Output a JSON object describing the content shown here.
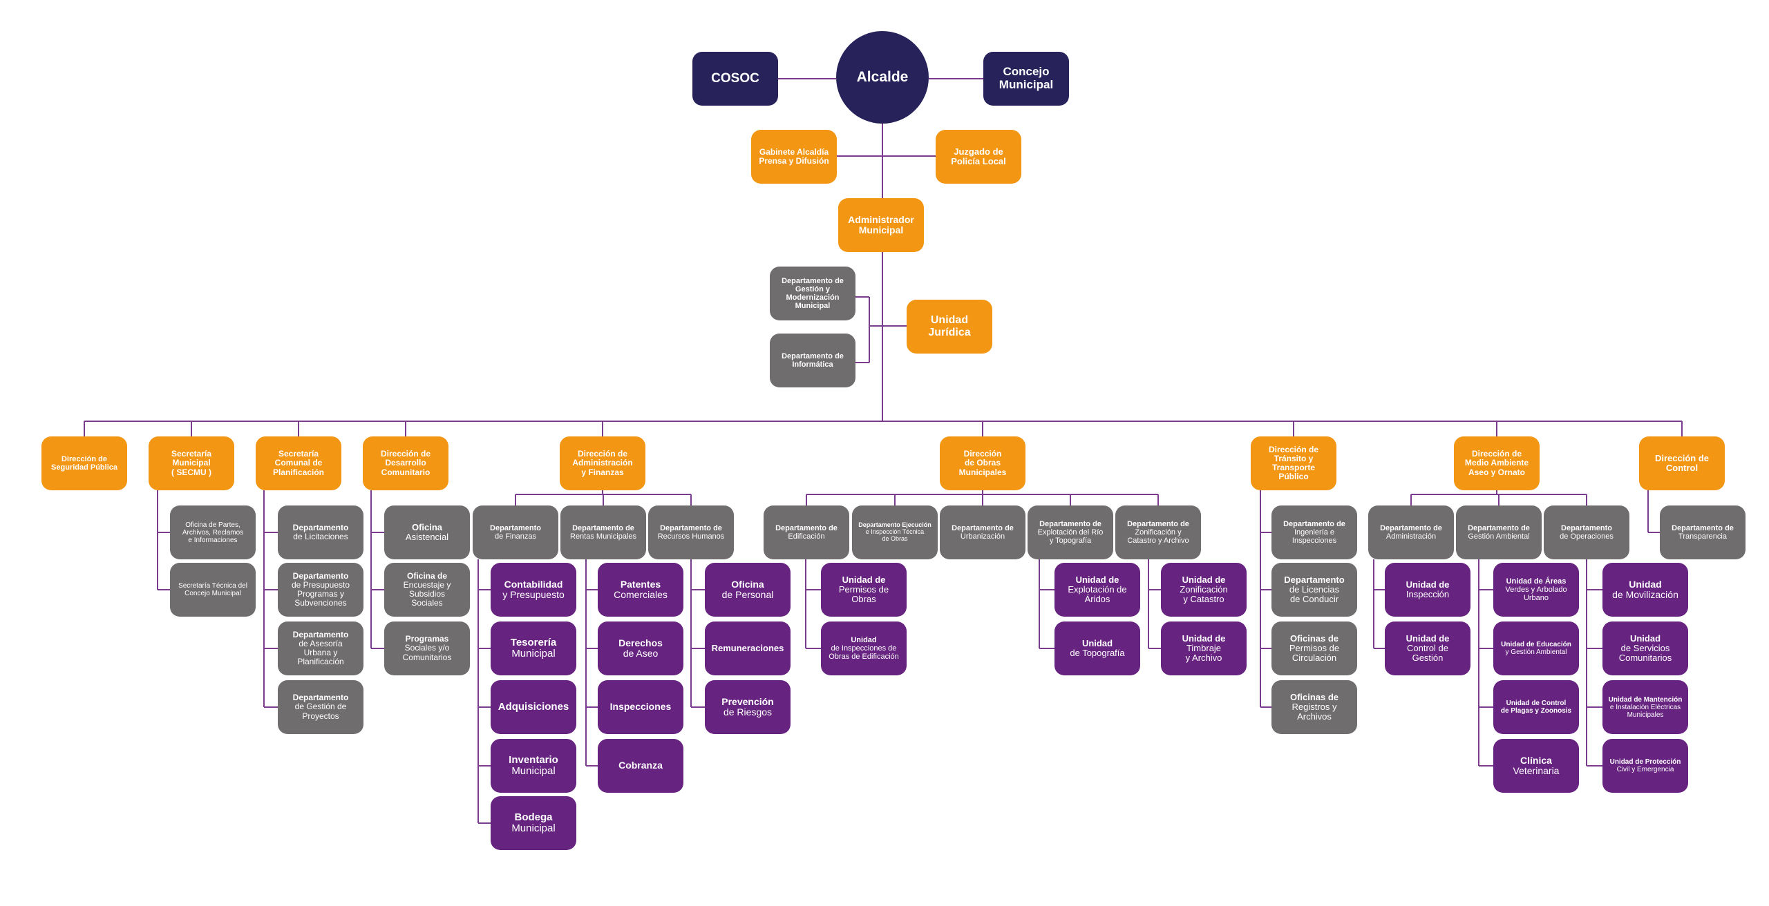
{
  "colors": {
    "navy": "#27235a",
    "orange": "#f39613",
    "gray": "#6f6d6e",
    "purple": "#672380",
    "line": "#7b3b8f"
  },
  "nodes": [
    {
      "id": "alcalde",
      "t": "Alcalde",
      "s": "",
      "c": "navy"
    },
    {
      "id": "cosoc",
      "t": "COSOC",
      "s": "",
      "c": "navy"
    },
    {
      "id": "concejo",
      "t": "Concejo\nMunicipal",
      "s": "",
      "c": "navy"
    },
    {
      "id": "gabinete",
      "t": "Gabinete Alcaldía\nPrensa y Difusión",
      "s": "",
      "c": "orange"
    },
    {
      "id": "juzgado",
      "t": "Juzgado de\nPolicía Local",
      "s": "",
      "c": "orange"
    },
    {
      "id": "admin_mun",
      "t": "Administrador\nMunicipal",
      "s": "",
      "c": "orange"
    },
    {
      "id": "dep_gestion",
      "t": "Departamento de\nGestión y\nModernización\nMunicipal",
      "s": "",
      "c": "gray"
    },
    {
      "id": "dep_informatica",
      "t": "Departamento de\nInformática",
      "s": "",
      "c": "gray"
    },
    {
      "id": "unidad_juridica",
      "t": "Unidad\nJurídica",
      "s": "",
      "c": "orange"
    },
    {
      "id": "dir_seguridad",
      "t": "Dirección de\nSeguridad Pública",
      "s": "",
      "c": "orange"
    },
    {
      "id": "secmu",
      "t": "Secretaría\nMunicipal\n( SECMU )",
      "s": "",
      "c": "orange"
    },
    {
      "id": "secplan",
      "t": "Secretaría\nComunal de\nPlanificación",
      "s": "",
      "c": "orange"
    },
    {
      "id": "dideco",
      "t": "Dirección de\nDesarrollo\nComunitario",
      "s": "",
      "c": "orange"
    },
    {
      "id": "daf",
      "t": "Dirección de\nAdministración\ny Finanzas",
      "s": "",
      "c": "orange"
    },
    {
      "id": "dom",
      "t": "Dirección\nde Obras\nMunicipales",
      "s": "",
      "c": "orange"
    },
    {
      "id": "transito",
      "t": "Dirección de\nTránsito y\nTransporte\nPúblico",
      "s": "",
      "c": "orange"
    },
    {
      "id": "medioambiente",
      "t": "Dirección de\nMedio Ambiente\nAseo y Ornato",
      "s": "",
      "c": "orange"
    },
    {
      "id": "control",
      "t": "Dirección de\nControl",
      "s": "",
      "c": "orange"
    },
    {
      "id": "oficina_partes",
      "t": "",
      "s": "Oficina de Partes,\nArchivos, Reclamos\ne Informaciones",
      "c": "gray"
    },
    {
      "id": "sec_tecnica",
      "t": "",
      "s": "Secretaría Técnica del\nConcejo Municipal",
      "c": "gray"
    },
    {
      "id": "dep_licitaciones",
      "t": "Departamento",
      "s": "de Licitaciones",
      "c": "gray"
    },
    {
      "id": "dep_presupuesto",
      "t": "Departamento",
      "s": "de Presupuesto\nProgramas y\nSubvenciones",
      "c": "gray"
    },
    {
      "id": "dep_asesoria",
      "t": "Departamento",
      "s": "de Asesoría\nUrbana y\nPlanificación",
      "c": "gray"
    },
    {
      "id": "dep_gestion_proy",
      "t": "Departamento",
      "s": "de Gestión de\nProyectos",
      "c": "gray"
    },
    {
      "id": "of_asistencial",
      "t": "Oficina",
      "s": "Asistencial",
      "c": "gray"
    },
    {
      "id": "of_encuestaje",
      "t": "Oficina de",
      "s": "Encuestaje y\nSubsidios\nSociales",
      "c": "gray"
    },
    {
      "id": "programas",
      "t": "Programas",
      "s": "Sociales y/o\nComunitarios",
      "c": "gray"
    },
    {
      "id": "dep_finanzas",
      "t": "Departamento",
      "s": "de Finanzas",
      "c": "gray"
    },
    {
      "id": "dep_rentas",
      "t": "Departamento de",
      "s": "Rentas Municipales",
      "c": "gray"
    },
    {
      "id": "dep_rrhh",
      "t": "Departamento de",
      "s": "Recursos Humanos",
      "c": "gray"
    },
    {
      "id": "contabilidad",
      "t": "Contabilidad",
      "s": "y Presupuesto",
      "c": "purple"
    },
    {
      "id": "tesoreria",
      "t": "Tesorería",
      "s": "Municipal",
      "c": "purple"
    },
    {
      "id": "adquisiciones",
      "t": "Adquisiciones",
      "s": "",
      "c": "purple"
    },
    {
      "id": "inventario",
      "t": "Inventario",
      "s": "Municipal",
      "c": "purple"
    },
    {
      "id": "bodega",
      "t": "Bodega",
      "s": "Municipal",
      "c": "purple"
    },
    {
      "id": "patentes",
      "t": "Patentes",
      "s": "Comerciales",
      "c": "purple"
    },
    {
      "id": "derechos_aseo",
      "t": "Derechos",
      "s": "de Aseo",
      "c": "purple"
    },
    {
      "id": "inspecciones_rentas",
      "t": "Inspecciones",
      "s": "",
      "c": "purple"
    },
    {
      "id": "cobranza",
      "t": "Cobranza",
      "s": "",
      "c": "purple"
    },
    {
      "id": "of_personal",
      "t": "Oficina",
      "s": "de Personal",
      "c": "purple"
    },
    {
      "id": "remuneraciones",
      "t": "Remuneraciones",
      "s": "",
      "c": "purple"
    },
    {
      "id": "prevencion",
      "t": "Prevención",
      "s": "de Riesgos",
      "c": "purple"
    },
    {
      "id": "dep_edificacion",
      "t": "Departamento de",
      "s": "Edificación",
      "c": "gray"
    },
    {
      "id": "dep_ejecucion",
      "t": "Departamento Ejecución",
      "s": "e Inspección Técnica\nde Obras",
      "c": "gray"
    },
    {
      "id": "dep_urbanizacion",
      "t": "Departamento de",
      "s": "Urbanización",
      "c": "gray"
    },
    {
      "id": "dep_explotacion",
      "t": "Departamento de",
      "s": "Explotación del Río\ny Topografía",
      "c": "gray"
    },
    {
      "id": "dep_zonificacion",
      "t": "Departamento de",
      "s": "Zonificación y\nCatastro y Archivo",
      "c": "gray"
    },
    {
      "id": "u_permisos",
      "t": "Unidad de",
      "s": "Permisos de\nObras",
      "c": "purple"
    },
    {
      "id": "u_inspecciones_obras",
      "t": "Unidad",
      "s": "de Inspecciones de\nObras de Edificación",
      "c": "purple"
    },
    {
      "id": "u_explotacion_aridos",
      "t": "Unidad de",
      "s": "Explotación de\nÁridos",
      "c": "purple"
    },
    {
      "id": "u_topografia",
      "t": "Unidad",
      "s": "de Topografía",
      "c": "purple"
    },
    {
      "id": "u_zonificacion",
      "t": "Unidad de",
      "s": "Zonificación\ny Catastro",
      "c": "purple"
    },
    {
      "id": "u_timbraje",
      "t": "Unidad de",
      "s": "Timbraje\ny Archivo",
      "c": "purple"
    },
    {
      "id": "dep_ingenieria",
      "t": "Departamento de",
      "s": "Ingeniería e\nInspecciones",
      "c": "gray"
    },
    {
      "id": "dep_licencias",
      "t": "Departamento",
      "s": "de Licencias\nde Conducir",
      "c": "gray"
    },
    {
      "id": "of_permisos_circ",
      "t": "Oficinas de",
      "s": "Permisos de\nCirculación",
      "c": "gray"
    },
    {
      "id": "of_registros",
      "t": "Oficinas de",
      "s": "Registros y\nArchivos",
      "c": "gray"
    },
    {
      "id": "dep_administracion",
      "t": "Departamento de",
      "s": "Administración",
      "c": "gray"
    },
    {
      "id": "dep_gestion_amb",
      "t": "Departamento de",
      "s": "Gestión Ambiental",
      "c": "gray"
    },
    {
      "id": "dep_operaciones",
      "t": "Departamento",
      "s": "de Operaciones",
      "c": "gray"
    },
    {
      "id": "u_inspeccion",
      "t": "Unidad de",
      "s": "Inspección",
      "c": "purple"
    },
    {
      "id": "u_control_gestion",
      "t": "Unidad de",
      "s": "Control de\nGestión",
      "c": "purple"
    },
    {
      "id": "u_areas_verdes",
      "t": "Unidad de Áreas",
      "s": "Verdes y Arbolado\nUrbano",
      "c": "purple"
    },
    {
      "id": "u_educacion",
      "t": "Unidad de Educación",
      "s": "y Gestión Ambiental",
      "c": "purple"
    },
    {
      "id": "u_control_plagas",
      "t": "Unidad de Control\nde Plagas y Zoonosis",
      "s": "",
      "c": "purple"
    },
    {
      "id": "clinica",
      "t": "Clínica",
      "s": "Veterinaria",
      "c": "purple"
    },
    {
      "id": "u_movilizacion",
      "t": "Unidad",
      "s": "de Movilización",
      "c": "purple"
    },
    {
      "id": "u_servicios",
      "t": "Unidad",
      "s": "de Servicios\nComunitarios",
      "c": "purple"
    },
    {
      "id": "u_mantencion",
      "t": "Unidad de Mantención",
      "s": "e Instalación Eléctricas\nMunicipales",
      "c": "purple"
    },
    {
      "id": "u_proteccion",
      "t": "Unidad de Protección",
      "s": "Civil y Emergencia",
      "c": "purple"
    },
    {
      "id": "dep_transparencia",
      "t": "Departamento de",
      "s": "Transparencia",
      "c": "gray"
    }
  ]
}
